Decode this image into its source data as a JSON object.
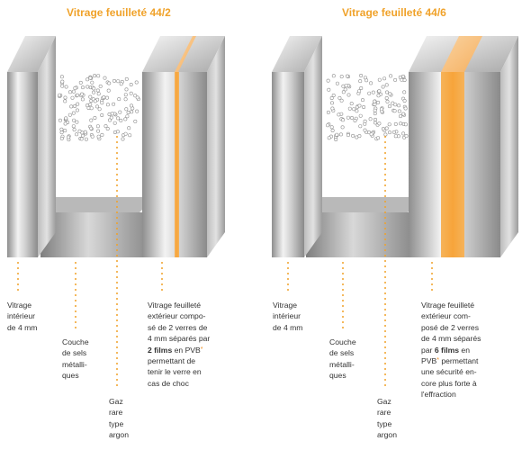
{
  "diagrams": [
    {
      "title": "Vitrage feuilleté 44/2",
      "labels": {
        "interior": [
          "Vitrage",
          "intérieur",
          "de 4 mm"
        ],
        "coating": [
          "Couche",
          "de sels",
          "métalli-",
          "ques"
        ],
        "gas": [
          "Gaz",
          "rare",
          "type",
          "argon"
        ],
        "exterior": {
          "before": [
            "Vitrage feuilleté",
            "extérieur compo-",
            "sé de 2 verres de",
            "4 mm séparés par"
          ],
          "films_bold": "2 films",
          "films_rest": " en PVB",
          "after": [
            "permettant de",
            "tenir le verre en",
            "cas de choc"
          ]
        }
      }
    },
    {
      "title": "Vitrage feuilleté 44/6",
      "labels": {
        "interior": [
          "Vitrage",
          "intérieur",
          "de 4 mm"
        ],
        "coating": [
          "Couche",
          "de sels",
          "métalli-",
          "ques"
        ],
        "gas": [
          "Gaz",
          "rare",
          "type",
          "argon"
        ],
        "exterior": {
          "before": [
            "Vitrage feuilleté",
            "extérieur com-",
            "posé de 2 verres",
            "de 4 mm séparés"
          ],
          "films_prefix": "par ",
          "films_bold": "6 films",
          "films_rest": " en",
          "pvb_line": "PVB",
          "after_first_rest": " permettant",
          "after": [
            "une sécurité en-",
            "core plus forte à",
            "l'effraction"
          ]
        }
      }
    }
  ],
  "footnote_mark": "*",
  "colors": {
    "title": "#f0a22a",
    "film": "#f7a43a",
    "leader_dots": "#f0a22a",
    "text": "#333333"
  }
}
